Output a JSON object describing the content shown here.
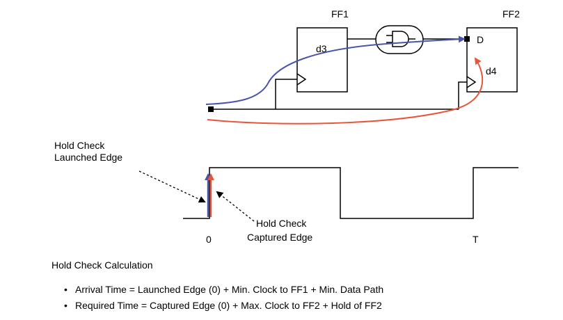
{
  "flipflops": {
    "ff1": {
      "name": "FF1",
      "delay_label": "d3"
    },
    "ff2": {
      "name": "FF2",
      "delay_label": "d4",
      "d_pin": "D"
    }
  },
  "timing": {
    "launched_edge_label": [
      "Hold Check",
      "Launched Edge"
    ],
    "captured_edge_label": [
      "Hold Check",
      "Captured Edge"
    ],
    "t0_label": "0",
    "t_label": "T"
  },
  "calculation": {
    "heading": "Hold Check Calculation",
    "arrival": "Arrival Time = Launched Edge (0) + Min. Clock to FF1 + Min. Data Path",
    "required": "Required Time = Captured Edge (0) + Max. Clock to FF2 + Hold of FF2"
  },
  "colors": {
    "data_path": "#4a55a8",
    "clock_path": "#e8553a",
    "wire": "#000000"
  }
}
